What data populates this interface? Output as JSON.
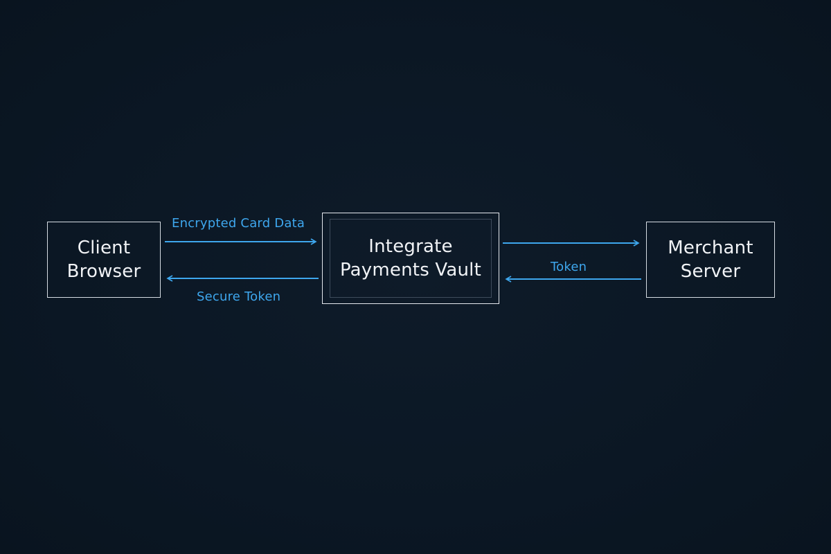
{
  "nodes": {
    "client": "Client\nBrowser",
    "vault": "Integrate\nPayments Vault",
    "merchant": "Merchant\nServer"
  },
  "edges": {
    "client_to_vault": "Encrypted Card Data",
    "vault_to_client": "Secure Token",
    "merchant_to_vault": "Token"
  },
  "colors": {
    "background": "#0b1724",
    "box_border": "#d7dde4",
    "arrow": "#3ea7ee",
    "text": "#f1f3f6"
  }
}
